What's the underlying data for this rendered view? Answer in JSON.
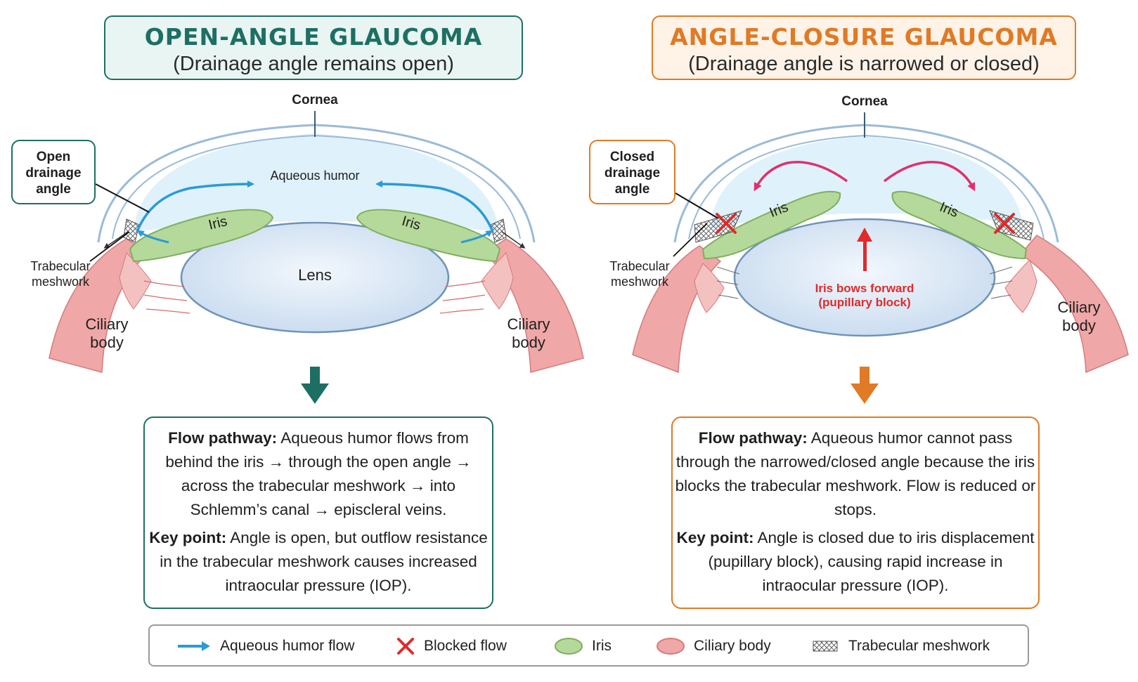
{
  "open": {
    "title": "OPEN-ANGLE GLAUCOMA",
    "subtitle": "(Drainage angle remains open)",
    "callout": "Open drainage angle",
    "cornea": "Cornea",
    "aqueous": "Aqueous humor",
    "iris_left": "Iris",
    "iris_right": "Iris",
    "lens": "Lens",
    "trabecular": "Trabecular meshwork",
    "ciliary_left": "Ciliary body",
    "ciliary_right": "Ciliary body",
    "flow_label": "Flow pathway:",
    "flow_text": "Aqueous humor flows from behind the iris → through the open angle → across the trabecular meshwork → into Schlemm’s canal → episcleral veins.",
    "key_label": "Key point:",
    "key_text": "Angle is open, but outflow resistance in the trabecular meshwork causes increased intraocular pressure (IOP)."
  },
  "closed": {
    "title": "ANGLE-CLOSURE GLAUCOMA",
    "subtitle": "(Drainage angle is narrowed or closed)",
    "callout": "Closed drainage angle",
    "cornea": "Cornea",
    "iris_left": "Iris",
    "iris_right": "Iris",
    "trabecular": "Trabecular meshwork",
    "ciliary": "Ciliary body",
    "bows_line1": "Iris bows forward",
    "bows_line2": "(pupillary block)",
    "flow_label": "Flow pathway:",
    "flow_text": "Aqueous humor cannot pass through the narrowed/closed angle because the iris blocks the trabecular meshwork. Flow is reduced or stops.",
    "key_label": "Key point:",
    "key_text": "Angle is closed due to iris displacement (pupillary block), causing rapid increase in intraocular pressure (IOP)."
  },
  "legend": {
    "flow": "Aqueous humor flow",
    "blocked": "Blocked flow",
    "iris": "Iris",
    "ciliary": "Ciliary body",
    "trabecular": "Trabecular meshwork"
  },
  "colors": {
    "teal": "#1e6f63",
    "orange": "#e07a25",
    "flow_blue": "#2a9bd6",
    "block_red": "#e02b2b",
    "iris_green": "#a9d18e",
    "ciliary_pink": "#ec9a9a",
    "magenta": "#e0306e"
  }
}
